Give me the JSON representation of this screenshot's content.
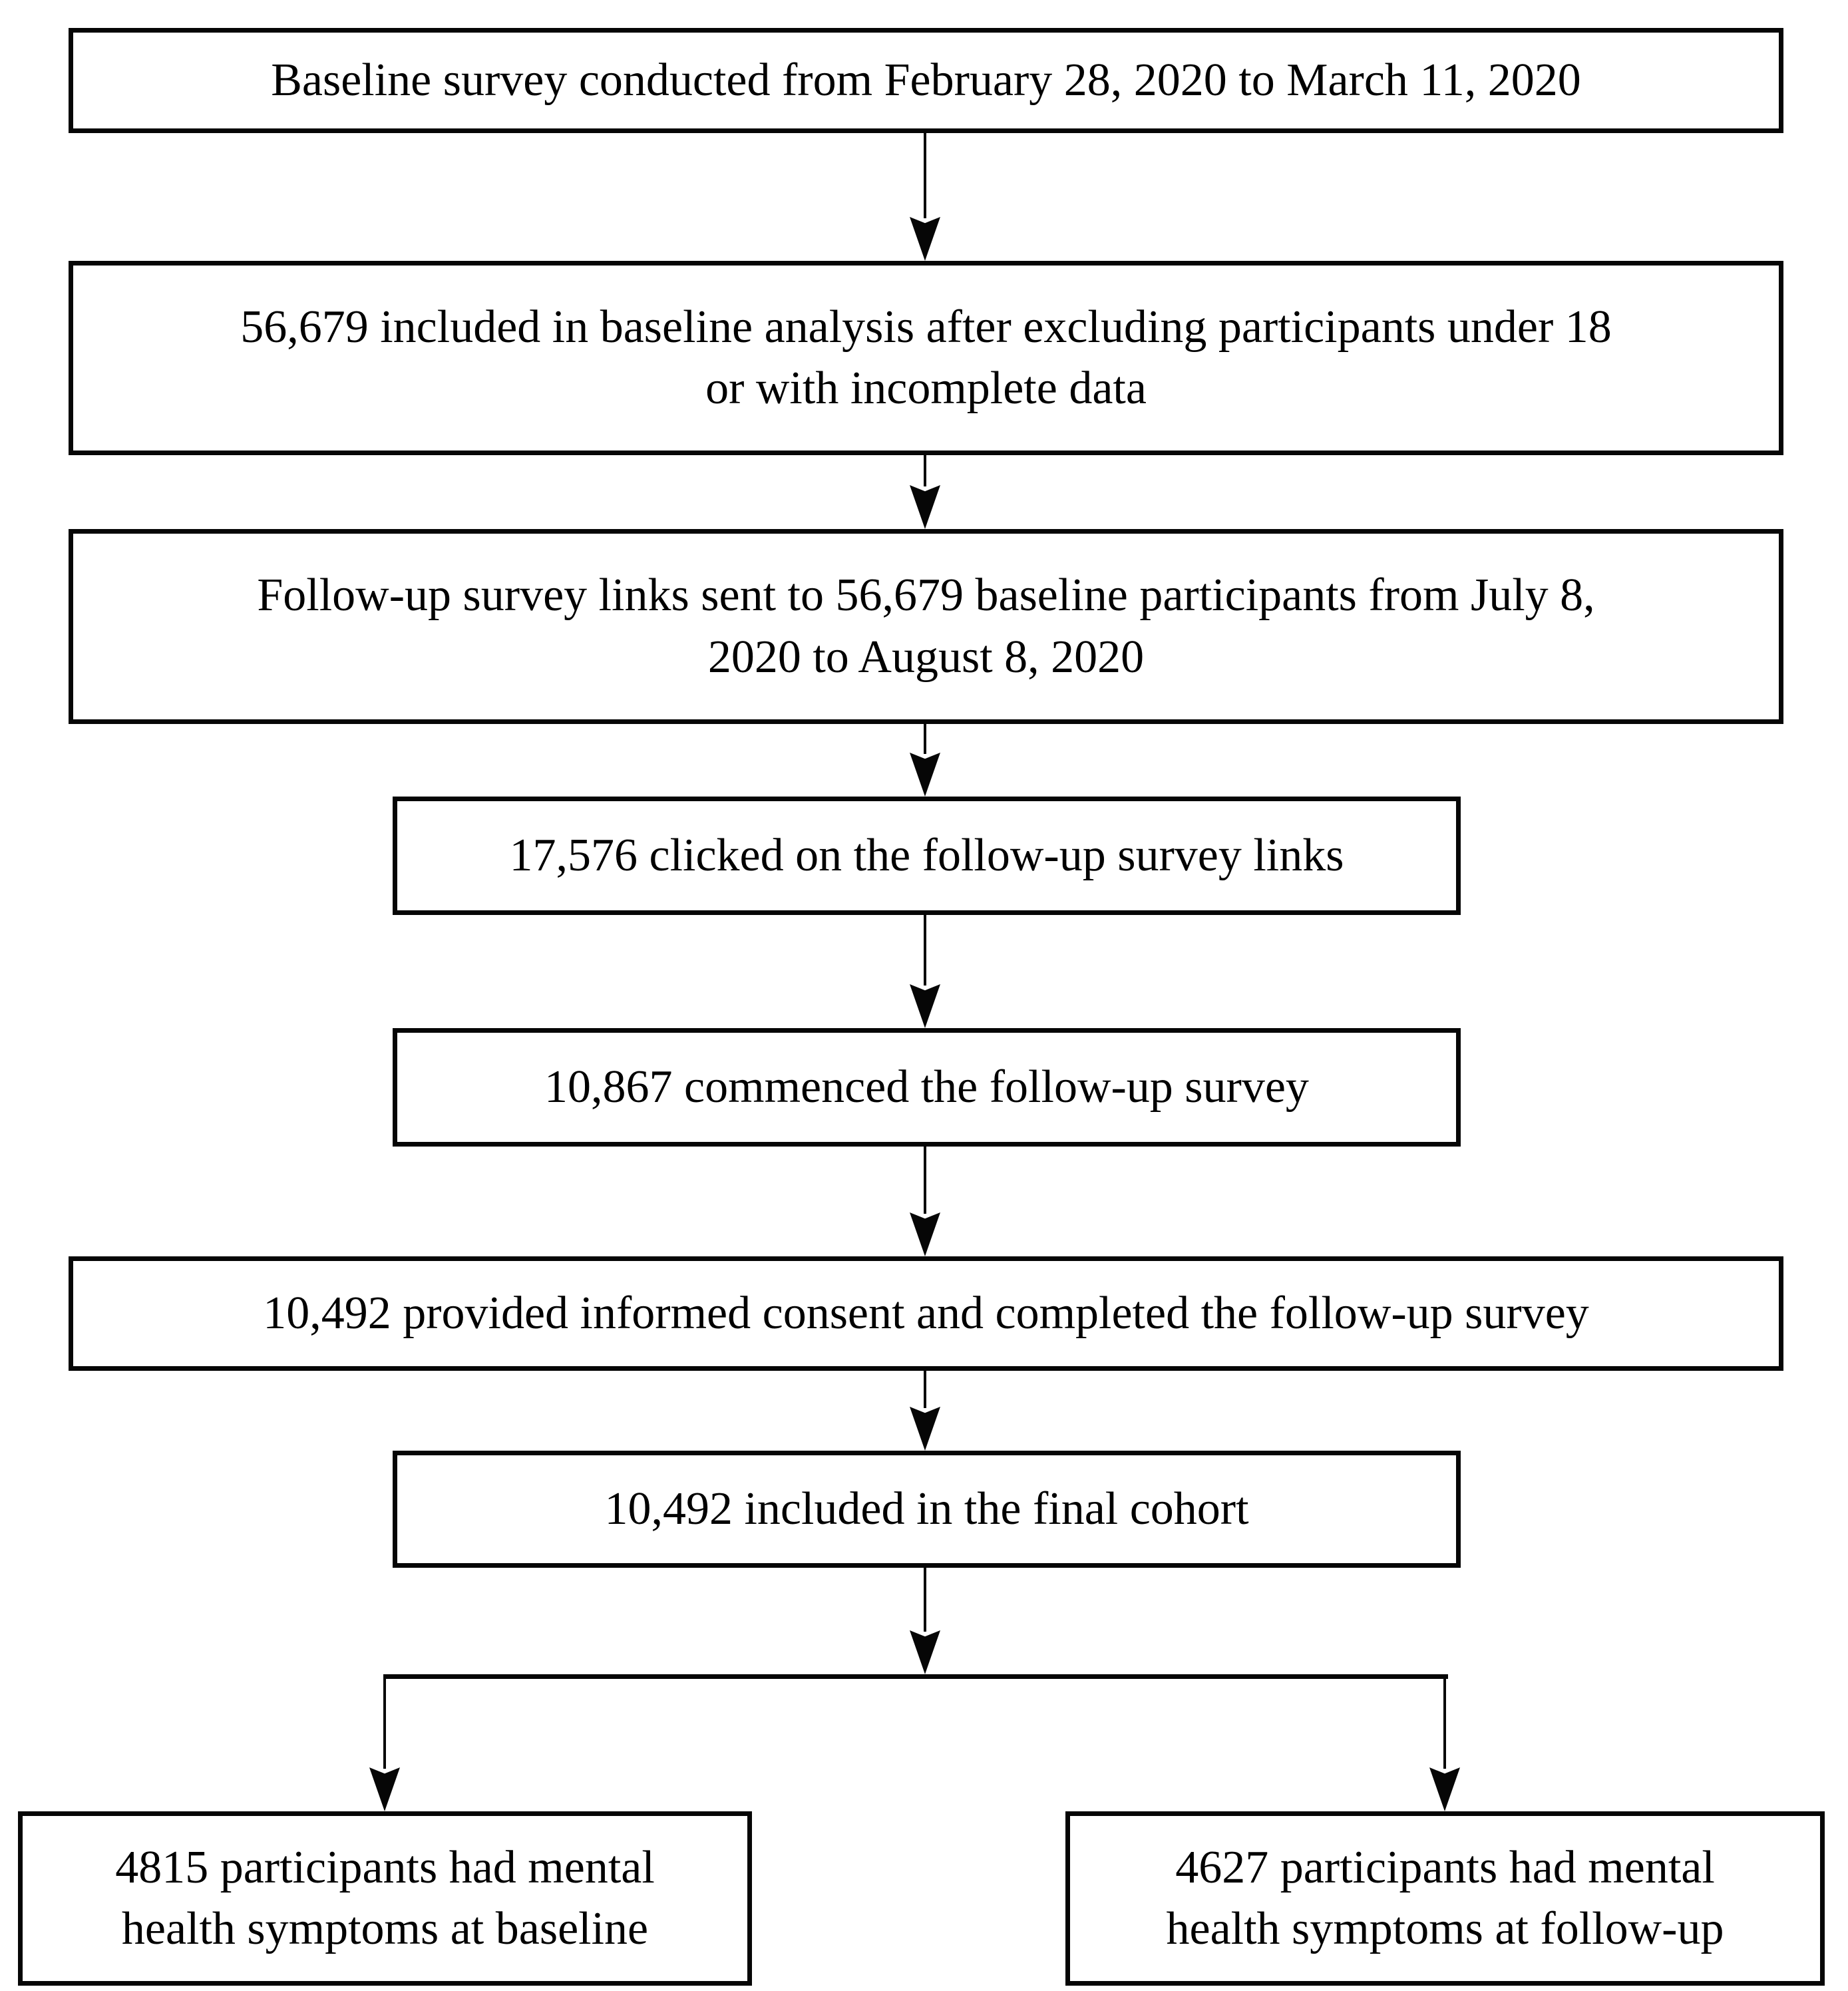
{
  "colors": {
    "box_border": "#000000",
    "box_fill": "#ffffff",
    "text": "#000000",
    "connector": "#000000"
  },
  "flowchart": {
    "boxes": [
      {
        "id": "baseline-survey",
        "text": "Baseline survey conducted from February 28, 2020 to March 11, 2020"
      },
      {
        "id": "baseline-analysis",
        "text": "56,679 included in baseline analysis after excluding participants under 18\nor with incomplete data"
      },
      {
        "id": "followup-links-sent",
        "text": "Follow-up survey links sent to 56,679 baseline participants from July 8,\n2020 to August 8, 2020"
      },
      {
        "id": "clicked-links",
        "text": "17,576 clicked on the follow-up survey links"
      },
      {
        "id": "commenced-survey",
        "text": "10,867 commenced the follow-up survey"
      },
      {
        "id": "consent-completed",
        "text": "10,492 provided informed consent and completed the follow-up survey"
      },
      {
        "id": "final-cohort",
        "text": "10,492 included in the final cohort"
      },
      {
        "id": "symptoms-baseline",
        "text": "4815 participants had mental\nhealth symptoms at baseline"
      },
      {
        "id": "symptoms-followup",
        "text": "4627 participants had mental\nhealth symptoms at follow-up"
      }
    ]
  }
}
